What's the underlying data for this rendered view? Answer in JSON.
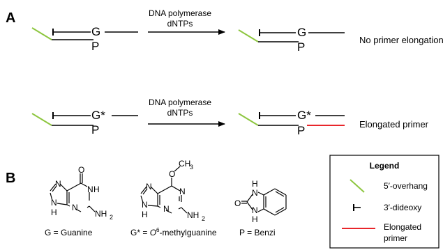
{
  "panels": {
    "a": "A",
    "b": "B"
  },
  "colors": {
    "overhang": "#8dc63f",
    "elongated": "#e8262b",
    "strand": "#000000"
  },
  "reactions": [
    {
      "enzyme_line1": "DNA polymerase",
      "enzyme_line2": "dNTPs",
      "template_base": "G",
      "primer_base": "P",
      "outcome": "No primer elongation",
      "elongated": false
    },
    {
      "enzyme_line1": "DNA polymerase",
      "enzyme_line2": "dNTPs",
      "template_base": "G*",
      "primer_base": "P",
      "outcome": "Elongated primer",
      "elongated": true
    }
  ],
  "structures": {
    "guanine": {
      "caption": "G = Guanine",
      "atoms": {
        "o": "O",
        "n1": "N",
        "h1": "H",
        "n3": "N",
        "n7": "N",
        "n9": "N",
        "h9": "H",
        "nh2": "NH",
        "sub2": "2"
      }
    },
    "methylguanine": {
      "caption_prefix": "G* = ",
      "caption_o": "O",
      "caption_sup": "6",
      "caption_suffix": "-methylguanine",
      "atoms": {
        "o": "O",
        "ch3": "CH",
        "sub3": "3",
        "n1": "N",
        "n3": "N",
        "n7": "N",
        "n9": "N",
        "h9": "H",
        "nh2": "NH",
        "sub2": "2"
      }
    },
    "benzi": {
      "caption": "P = Benzi",
      "atoms": {
        "o": "O",
        "n1": "N",
        "h1": "H",
        "n3": "N",
        "h3": "H"
      }
    }
  },
  "legend": {
    "title": "Legend",
    "items": [
      {
        "symbol": "green-line",
        "label": "5′-overhang"
      },
      {
        "symbol": "dideoxy-bar",
        "label": "3′-dideoxy"
      },
      {
        "symbol": "red-line",
        "label_line1": "Elongated",
        "label_line2": "primer"
      }
    ]
  }
}
